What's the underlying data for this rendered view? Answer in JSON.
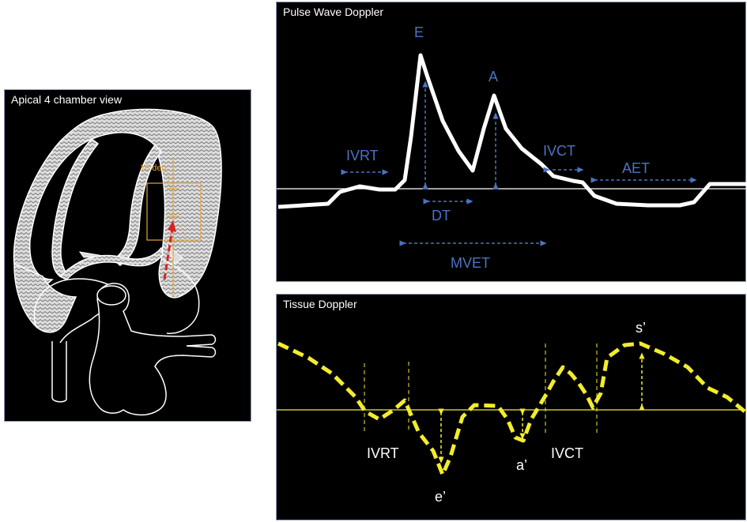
{
  "apical": {
    "title": "Apical 4 chamber view",
    "angle_label": "10 deg"
  },
  "pulse": {
    "title": "Pulse Wave Doppler",
    "labels": {
      "E": "E",
      "A": "A",
      "IVRT": "IVRT",
      "IVCT": "IVCT",
      "AET": "AET",
      "DT": "DT",
      "MVET": "MVET"
    }
  },
  "tissue": {
    "title": "Tissue Doppler",
    "labels": {
      "s": "s’",
      "e": "e’",
      "a": "a’",
      "IVRT": "IVRT",
      "IVCT": "IVCT"
    }
  },
  "colors": {
    "blue": "#4b73c4",
    "yellow": "#f2ec2c",
    "orange": "#e9a33a",
    "red": "#d9231f"
  }
}
